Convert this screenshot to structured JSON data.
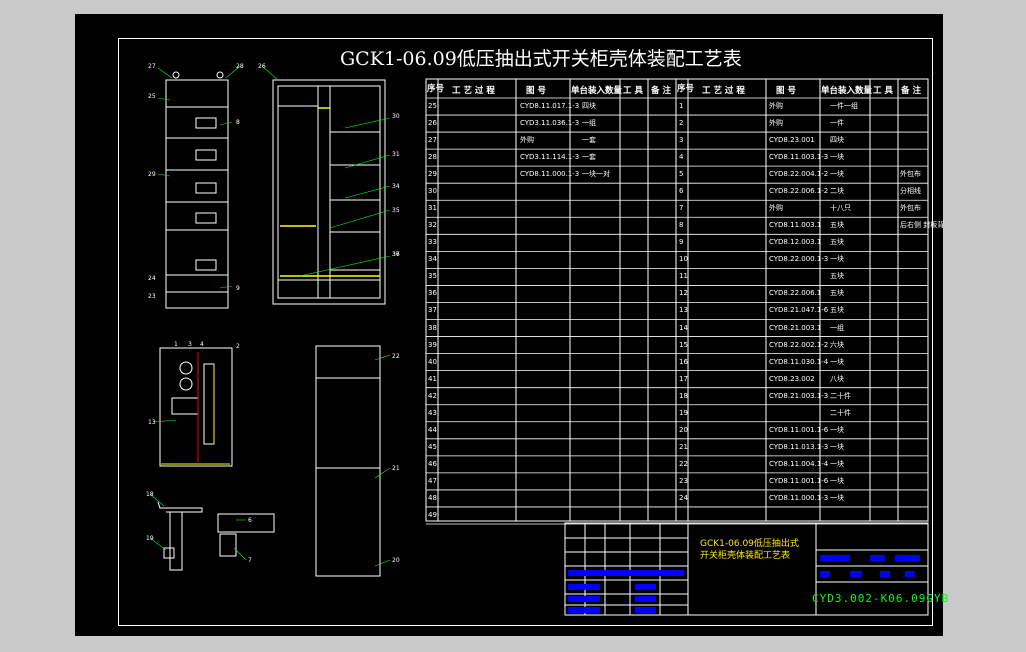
{
  "title": "GCK1-06.09低压抽出式开关柜壳体装配工艺表",
  "headers": {
    "seq": "序号",
    "process": "工 艺 过 程",
    "drawing": "图   号",
    "qty": "单台装入数量",
    "tool": "工 具",
    "remark": "备 注"
  },
  "left_rows": [
    {
      "no": "25",
      "drw": "CYD8.11.017.1-3",
      "qty": "四块"
    },
    {
      "no": "26",
      "drw": "CYD3.11.036.1-3",
      "qty": "一组"
    },
    {
      "no": "27",
      "drw": "外购",
      "qty": "一套"
    },
    {
      "no": "28",
      "drw": "CYD3.11.114.1-3",
      "qty": "一套"
    },
    {
      "no": "29",
      "drw": "CYD8.11.000.1-3",
      "qty": "一块一对"
    },
    {
      "no": "30"
    },
    {
      "no": "31"
    },
    {
      "no": "32"
    },
    {
      "no": "33"
    },
    {
      "no": "34"
    },
    {
      "no": "35"
    },
    {
      "no": "36"
    },
    {
      "no": "37"
    },
    {
      "no": "38"
    },
    {
      "no": "39"
    },
    {
      "no": "40"
    },
    {
      "no": "41"
    },
    {
      "no": "42"
    },
    {
      "no": "43"
    },
    {
      "no": "44"
    },
    {
      "no": "45"
    },
    {
      "no": "46"
    },
    {
      "no": "47"
    },
    {
      "no": "48"
    },
    {
      "no": "49"
    }
  ],
  "right_rows": [
    {
      "no": "1",
      "drw": "外购",
      "qty": "一件一组"
    },
    {
      "no": "2",
      "drw": "外购",
      "qty": "一件"
    },
    {
      "no": "3",
      "drw": "CYD8.23.001",
      "qty": "四块"
    },
    {
      "no": "4",
      "drw": "CYD8.11.003.1-3",
      "qty": "一块"
    },
    {
      "no": "5",
      "drw": "CYD8.22.004.1-2",
      "qty": "一块",
      "rmk": "外包布"
    },
    {
      "no": "6",
      "drw": "CYD8.22.006.1-2",
      "qty": "二块",
      "rmk": "分相线"
    },
    {
      "no": "7",
      "drw": "外购",
      "qty": "十八只",
      "rmk": "外包布"
    },
    {
      "no": "8",
      "drw": "CYD8.11.003.1",
      "qty": "五块",
      "rmk": "后右侧 封板背"
    },
    {
      "no": "9",
      "drw": "CYD8.12.003.1",
      "qty": "五块"
    },
    {
      "no": "10",
      "drw": "CYD8.22.000.1-3",
      "qty": "一块"
    },
    {
      "no": "11",
      "qty": "五块"
    },
    {
      "no": "12",
      "drw": "CYD8.22.006.1",
      "qty": "五块"
    },
    {
      "no": "13",
      "drw": "CYD8.21.047.1-6",
      "qty": "五块"
    },
    {
      "no": "14",
      "drw": "CYD8.21.003.1",
      "qty": "一组"
    },
    {
      "no": "15",
      "drw": "CYD8.22.002.1-2",
      "qty": "六块"
    },
    {
      "no": "16",
      "drw": "CYD8.11.030.1-4",
      "qty": "一块"
    },
    {
      "no": "17",
      "drw": "CYD8.23.002",
      "qty": "八块"
    },
    {
      "no": "18",
      "drw": "CYD8.21.003.1-3",
      "qty": "二十件"
    },
    {
      "no": "19",
      "qty": "二十件"
    },
    {
      "no": "20",
      "drw": "CYD8.11.001.1-6",
      "qty": "一块"
    },
    {
      "no": "21",
      "drw": "CYD8.11.013.1-3",
      "qty": "一块"
    },
    {
      "no": "22",
      "drw": "CYD8.11.004.1-4",
      "qty": "一块"
    },
    {
      "no": "23",
      "drw": "CYD8.11.001.1-6",
      "qty": "一块"
    },
    {
      "no": "24",
      "drw": "CYD8.11.000.1-3",
      "qty": "一块"
    }
  ],
  "title_block": {
    "name_line1": "GCK1-06.09低压抽出式",
    "name_line2": "开关柜壳体装配工艺表",
    "code": "CYD3.002-K06.09GYB"
  },
  "labels": [
    "27",
    "25",
    "28",
    "29",
    "26",
    "24",
    "23",
    "8",
    "9",
    "30",
    "31",
    "34",
    "35",
    "36",
    "37",
    "1",
    "3",
    "4",
    "2",
    "13",
    "21",
    "20",
    "22",
    "18",
    "19",
    "7",
    "6"
  ]
}
